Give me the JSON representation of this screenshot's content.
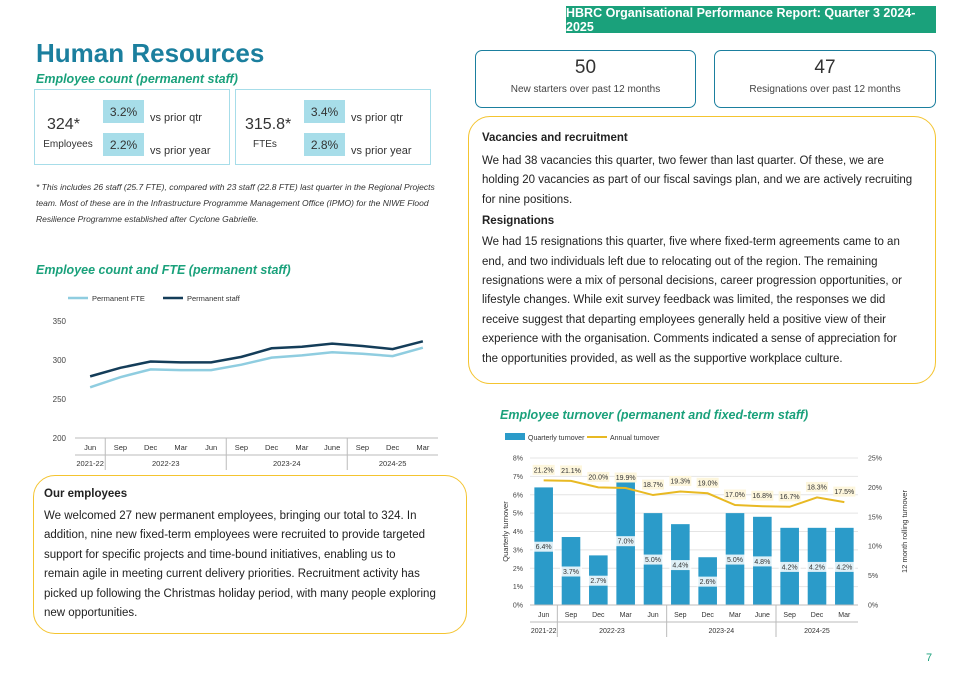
{
  "banner": "HBRC Organisational Performance Report: Quarter 3 2024-2025",
  "page_title": "Human Resources",
  "headcount": {
    "heading": "Employee count (permanent staff)",
    "employees": {
      "value": "324*",
      "caption": "Employees",
      "qtr_pct": "3.2%",
      "qtr_label": "vs prior qtr",
      "year_pct": "2.2%",
      "year_label": "vs prior year"
    },
    "ftes": {
      "value": "315.8*",
      "caption": "FTEs",
      "qtr_pct": "3.4%",
      "qtr_label": "vs prior qtr",
      "year_pct": "2.8%",
      "year_label": "vs prior year"
    },
    "footnote": "* This includes 26 staff  (25.7 FTE), compared with 23 staff (22.8 FTE) last quarter in the Regional Projects team. Most of these are in the Infrastructure Programme Management Office (IPMO) for the NIWE Flood Resilience Programme established after Cyclone Gabrielle."
  },
  "stats": {
    "new_starters": {
      "value": "50",
      "caption": "New starters over past 12 months"
    },
    "resignations": {
      "value": "47",
      "caption": "Resignations over past 12 months"
    }
  },
  "vacancies": {
    "heading": "Vacancies and recruitment",
    "lines": [
      "We had 38 vacancies this quarter, two fewer than last quarter. Of these, we are",
      "holding 20 vacancies as part of our fiscal savings plan, and we are actively recruiting",
      "for nine positions."
    ],
    "resign_heading": "Resignations",
    "resign_lines": [
      "We had 15 resignations this quarter, five where fixed-term agreements came to an",
      "end, and two individuals left due to relocating out of the region. The remaining",
      "resignations were a mix of personal decisions, career progression opportunities, or",
      "lifestyle changes. While exit survey feedback was limited, the responses we did",
      "receive suggest that departing employees generally held a positive view of their",
      "experience with the organisation. Comments indicated a sense of appreciation for",
      "the opportunities provided, as well as the supportive workplace culture."
    ]
  },
  "employees_box": {
    "heading": "Our employees",
    "lines": [
      "We welcomed 27 new permanent employees, bringing our total to 324. In",
      "addition, nine new fixed-term employees were recruited to provide targeted",
      "support for specific projects and time-bound initiatives, enabling us to",
      "remain agile in meeting current delivery priorities. Recruitment activity has",
      "picked up following the Christmas holiday period, with many people exploring",
      "new opportunities."
    ]
  },
  "page_number": "7",
  "chart_data": [
    {
      "type": "line",
      "title": "Employee count and FTE (permanent staff)",
      "categories": [
        "Jun",
        "Sep",
        "Dec",
        "Mar",
        "Jun",
        "Sep",
        "Dec",
        "Mar",
        "June",
        "Sep",
        "Dec",
        "Mar"
      ],
      "year_groups": [
        {
          "label": "2021-22",
          "span": 1
        },
        {
          "label": "2022-23",
          "span": 4
        },
        {
          "label": "2023-24",
          "span": 4
        },
        {
          "label": "2024-25",
          "span": 3
        }
      ],
      "series": [
        {
          "name": "Permanent FTE",
          "color": "#8fcde0",
          "values": [
            265,
            278,
            288,
            287,
            287,
            294,
            303,
            306,
            310,
            308,
            305,
            315.8
          ]
        },
        {
          "name": "Permanent staff",
          "color": "#143d59",
          "values": [
            279,
            290,
            298,
            297,
            297,
            304,
            315,
            317,
            321,
            318,
            314,
            324
          ]
        }
      ],
      "ylim": [
        200,
        350
      ],
      "yticks": [
        200,
        250,
        300,
        350
      ],
      "legend": "top-left",
      "grid": false
    },
    {
      "type": "bar",
      "title": "Employee turnover (permanent and fixed-term staff)",
      "categories": [
        "Jun",
        "Sep",
        "Dec",
        "Mar",
        "Jun",
        "Sep",
        "Dec",
        "Mar",
        "June",
        "Sep",
        "Dec",
        "Mar"
      ],
      "year_groups": [
        {
          "label": "2021-22",
          "span": 1
        },
        {
          "label": "2022-23",
          "span": 4
        },
        {
          "label": "2023-24",
          "span": 4
        },
        {
          "label": "2024-25",
          "span": 3
        }
      ],
      "series": [
        {
          "name": "Quarterly turnover",
          "color": "#2b9bc9",
          "kind": "bar",
          "axis": "left",
          "values": [
            6.4,
            3.7,
            2.7,
            7.0,
            5.0,
            4.4,
            2.6,
            5.0,
            4.8,
            4.2,
            4.2,
            4.2
          ],
          "labels": [
            "6.4%",
            "3.7%",
            "2.7%",
            "7.0%",
            "5.0%",
            "4.4%",
            "2.6%",
            "5.0%",
            "4.8%",
            "4.2%",
            "4.2%",
            "4.2%"
          ]
        },
        {
          "name": "Annual turnover",
          "color": "#e8b923",
          "kind": "line",
          "axis": "right",
          "values": [
            21.2,
            21.1,
            20.0,
            19.9,
            18.7,
            19.3,
            19.0,
            17.0,
            16.8,
            16.7,
            18.3,
            17.5
          ],
          "labels": [
            "21.2%",
            "21.1%",
            "20.0%",
            "19.9%",
            "18.7%",
            "19.3%",
            "19.0%",
            "17.0%",
            "16.8%",
            "16.7%",
            "18.3%",
            "17.5%"
          ]
        }
      ],
      "ylabel": "Quarterly turnover",
      "y2label": "12 month rolling turnover",
      "ylim": [
        0,
        8
      ],
      "y2lim": [
        0,
        25
      ],
      "yticks": [
        "0%",
        "1%",
        "2%",
        "3%",
        "4%",
        "5%",
        "6%",
        "7%",
        "8%"
      ],
      "y2ticks": [
        "0%",
        "5%",
        "10%",
        "15%",
        "20%",
        "25%"
      ],
      "legend": "top-left",
      "grid": true
    }
  ]
}
